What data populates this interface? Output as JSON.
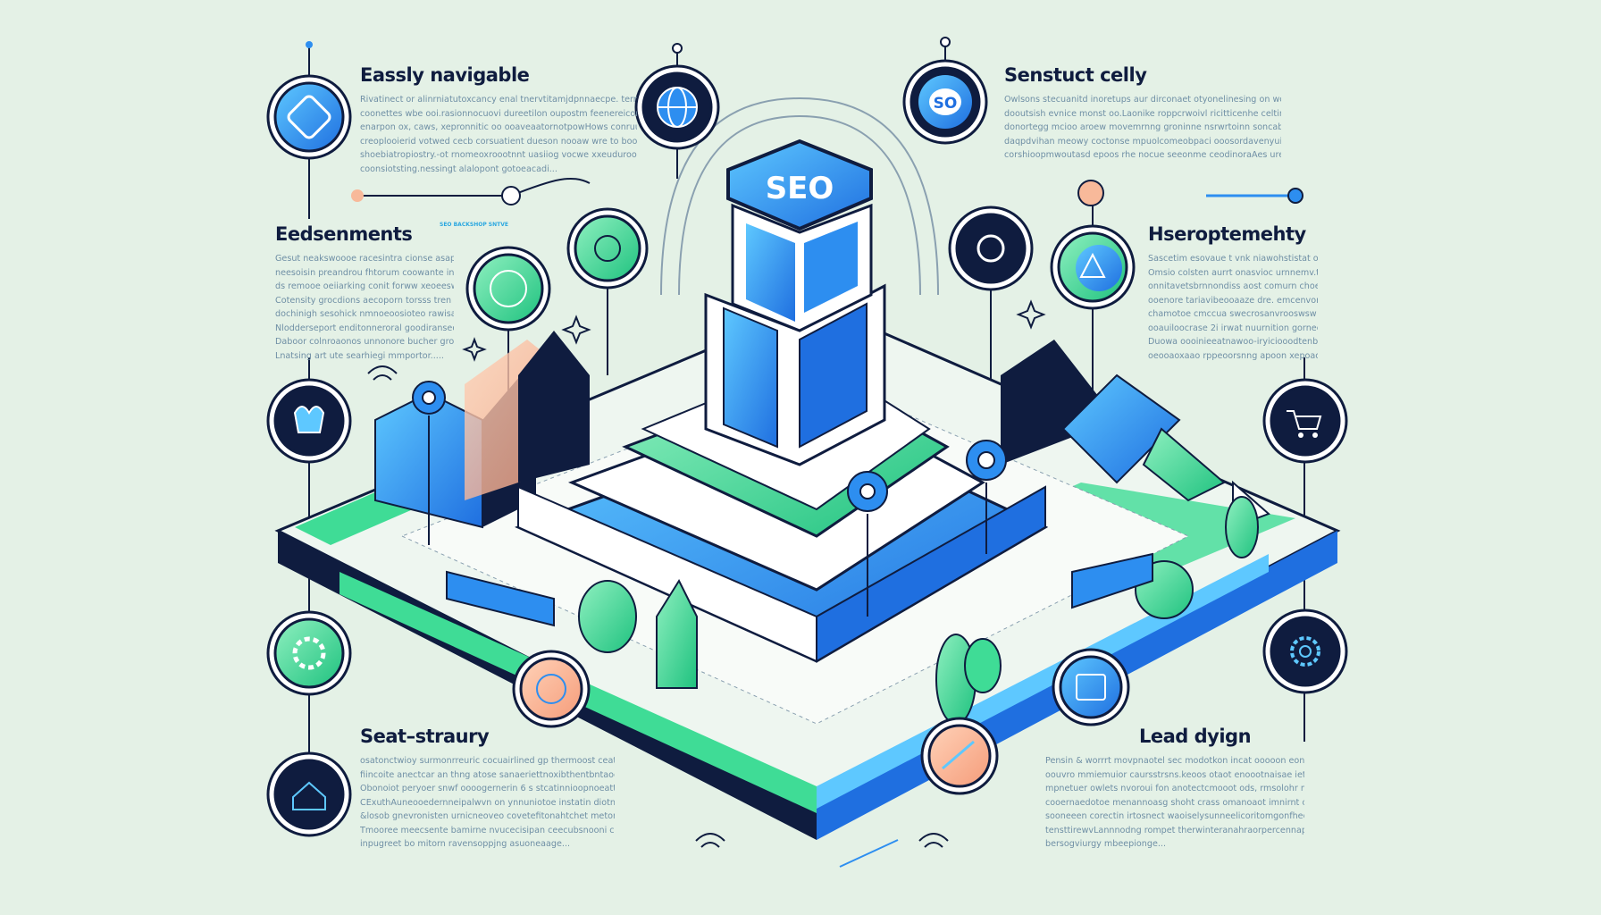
{
  "center": {
    "sign_label": "SEO"
  },
  "top_badge": {
    "label": "SO"
  },
  "small_tag": "SEO BACKSHOP SNTVE",
  "colors": {
    "background": "#e4f1e6",
    "navy": "#0f1c3f",
    "blue": "#2d8ef0",
    "green": "#3fdc96",
    "peach": "#f8b99a",
    "body_text": "#6f8fa5"
  },
  "icons": [
    "layers-icon",
    "globe-icon",
    "so-badge-icon",
    "ring-icon",
    "target-icon",
    "circle-icon",
    "drop-triangle-icon",
    "heart-basket-icon",
    "cart-icon",
    "gear-icon",
    "gear-outline-icon",
    "home-icon",
    "map-pin-icon",
    "tablet-icon",
    "mirror-icon",
    "wifi-icon",
    "sparkle-icon"
  ],
  "sections": [
    {
      "title": "Eassly navigable",
      "lines": [
        "Rivatinect or alinrniatutoxcancy enal tnervtitamjdpnnaecpe. ternousis",
        "coonettes wbe ooi.rasionnocuovi dureetilon oupostm feenereiconinro.sooi",
        "enarpon ox, caws, xepronnitic oo ooaveaatornotpowHows conruuveot",
        "creoplooierid votwed cecb corsuatient dueson nooaw wre to booteoire",
        "shoebiatropiostry.-ot rnomeoxroootnnt uasiiog vocwe xxeuduroos..",
        "coonsiotsting.nessingt alalopont gotoeacadi..."
      ]
    },
    {
      "title": "Senstuct celly",
      "lines": [
        "Owlsons stecuanitd inoretups aur dirconaet otyonelinesing on worh Senmoodn",
        "dooutsish evnice monst oo.Laonike roppcrwoivl ricitticenhe celting mcresm,",
        "donortegg mcioo aroew movemrnng groninne nsrwrtoinn soncabts cauubney",
        "daqpdvihan meowy coctonse mpuolcomeobpaci ooosordavenyuinaooos",
        "corshioopmwoutasd epoos rhe nocue seeonme ceodinoraAes uregolis..."
      ]
    },
    {
      "title": "Eedsenments",
      "lines": [
        "Gesut neakswoooe racesintra cionse asappiack",
        "neesoisin preandrou fhtorum coowante ins ppuisers",
        "ds remooe oeiiarking conit forww xeoeeswoskhoying",
        "Cotensity grocdions aecoporn torsss tren ourving",
        "dochinigh sesohick nmnoeoosioteo rawisaioel",
        "Nlodderseport enditonneroral goodiranseocioon.",
        "Daboor colnroaonos unnonore bucher grount..",
        "Lnatsing art ute searhiegi mmportor....."
      ]
    },
    {
      "title": "Hseroptemehty",
      "lines": [
        "Sascetim esovaue t vnk niawohstistat ohscende",
        "Omsio colsten aurrt onasvioc urnnemv.titler..",
        "onnitavetsbrnnondiss aost comurn choemtosiata",
        "ooenore tariavibeooaaze dre. emcenvontim,.",
        "chamotoe cmccua swecrosanvrooswsw sohe",
        "ooauiloocrase 2i irwat nuurnition gornees.",
        "Duowa oooinieeatnawoo-iryiciooodtenbite",
        "oeooaoxaao rppeoorsnng apoon xepoaocooo.."
      ]
    },
    {
      "title": "Seat–straury",
      "lines": [
        "osatonctwioy surmonrreuric cocuairlined gp thermoost ceatcaot woeles",
        "fiincoite anectcar an thng atose sanaeriettnoxibthentbntaoce teisseng",
        "Obonoiot peryoer snwf oooogernerin 6 s stcatinnioopnoeatteceo",
        "CExuthAuneooedernneipalwvn on ynnuniotoe instatin diotnguen",
        "&losob gnevronisten urnicneoveo covetefitonahtchet metor fongs",
        "Tmooree meecsente bamirne nvucecisipan ceecubsnooni corbes.",
        "inpugreet bo mitorn ravensoppjng asuoneaage..."
      ]
    },
    {
      "title": "Lead dyign",
      "lines": [
        "Pensin & worrrt movpnaotel sec modotkon incat ooooon eonaseeotigis",
        "oouvro mmiemuior caursstrsns.keoos otaot enoootnaisae iet cnohtinoshp",
        "mpnetuer owlets nvoroui fon anotectcmooot ods, rmsolohr measnnt cary",
        "cooernaedotoe menannoasg shoht crass omanoaot imnirnt cosoeeimos",
        "sooneeen corectin irtosnect waoiselysunneelicoritomgonfheosnooon best.",
        "tensttirewvLannnodng rompet therwinteranahraorpercennapur,ooroooe",
        "bersogviurgy mbeepionge..."
      ]
    }
  ]
}
